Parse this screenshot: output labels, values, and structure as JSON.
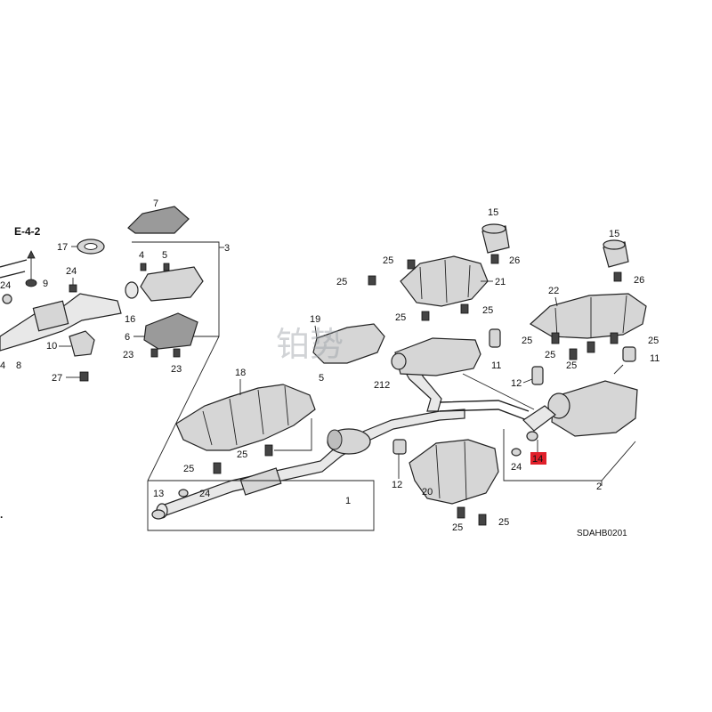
{
  "ref_label": "E-4-2",
  "diagram_code": "SDAHB0201",
  "watermark": "铂势",
  "highlight_color": "#e0202a",
  "callouts": {
    "p1": "1",
    "p2": "2",
    "p3": "3",
    "p4": "4",
    "p5": "5",
    "p5b": "5",
    "p6": "6",
    "p7": "7",
    "p8": "8",
    "p9": "9",
    "p10": "10",
    "p11a": "11",
    "p11b": "11",
    "p12a": "12",
    "p12b": "12",
    "p12c": "12",
    "p13": "13",
    "p14": "14",
    "p15a": "15",
    "p15b": "15",
    "p16": "16",
    "p17": "17",
    "p18": "18",
    "p19": "19",
    "p20": "20",
    "p21": "21",
    "p22": "22",
    "p23a": "23",
    "p23b": "23",
    "p24a": "24",
    "p24b": "24",
    "p24c": "24",
    "p24d": "24",
    "p25a": "25",
    "p25b": "25",
    "p25c": "25",
    "p25d": "25",
    "p25e": "25",
    "p25f": "25",
    "p25g": "25",
    "p25h": "25",
    "p25i": "25",
    "p25j": "25",
    "p25k": "25",
    "p25l": "25",
    "p26a": "26",
    "p26b": "26",
    "p27": "27"
  }
}
